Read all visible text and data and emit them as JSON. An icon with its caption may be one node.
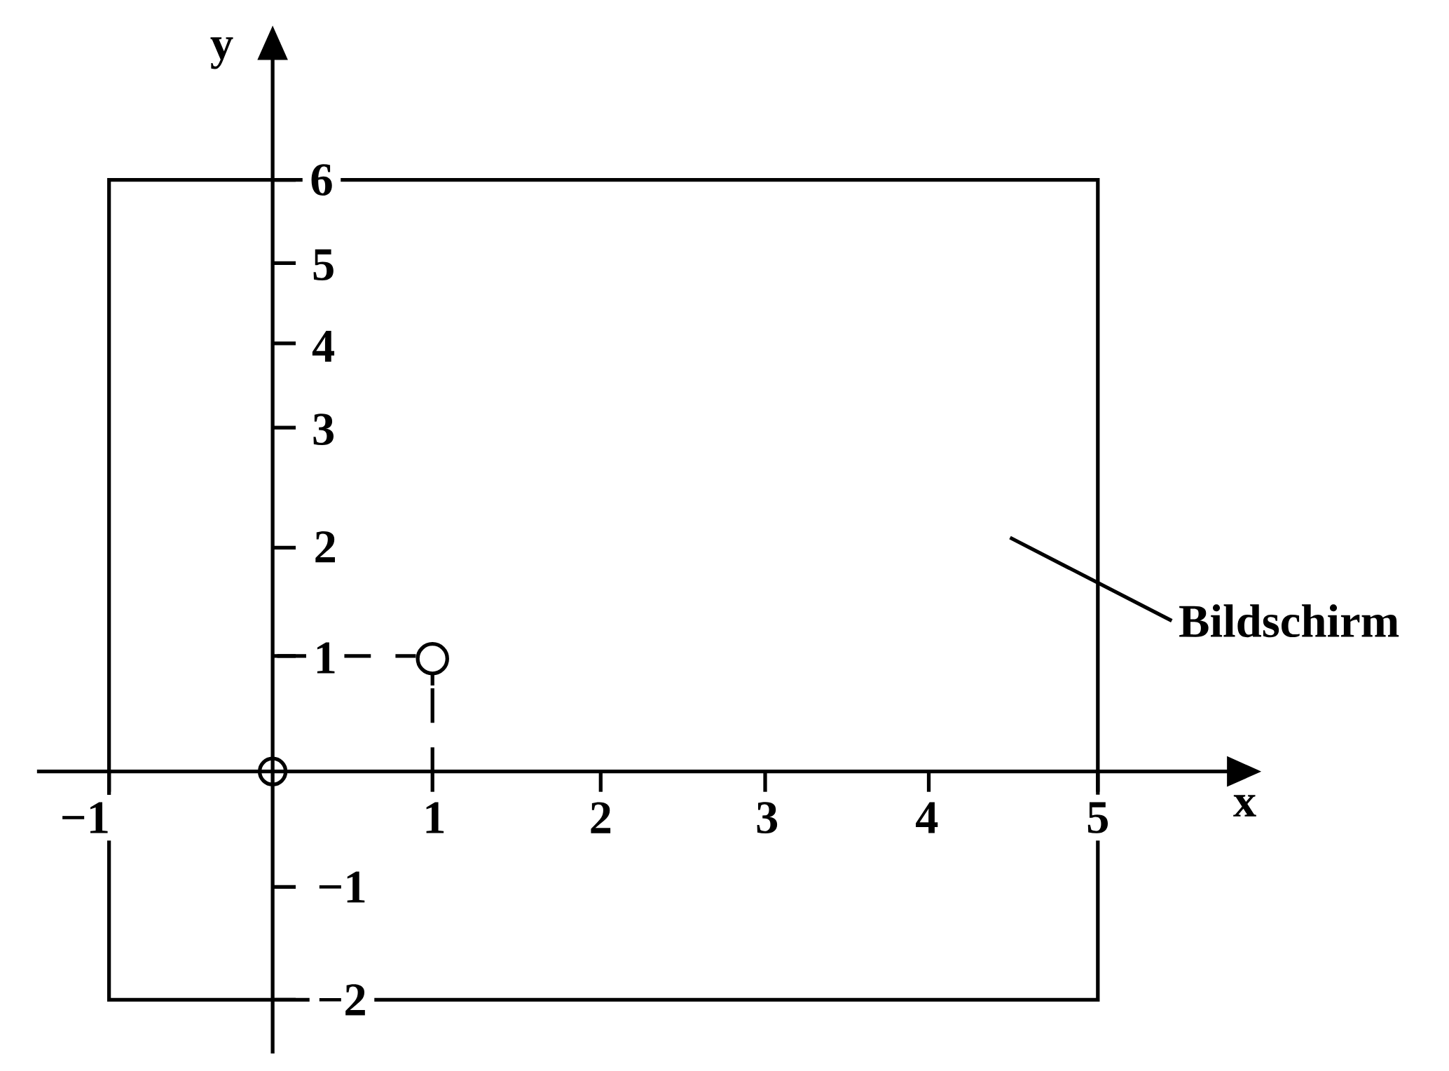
{
  "diagram": {
    "nodes": [
      {
        "text": [
          "Bildschirm"
        ]
      },
      {
        "text": [],
        "shape": "box"
      }
    ],
    "edges": [
      {
        "from": 0,
        "to": 1,
        "arrow": "none"
      }
    ],
    "labels": [
      "y",
      "6",
      "5",
      "4",
      "3",
      "2",
      "1",
      "x",
      "−1",
      "1",
      "2",
      "3",
      "4",
      "5",
      "−1",
      "−2"
    ]
  }
}
